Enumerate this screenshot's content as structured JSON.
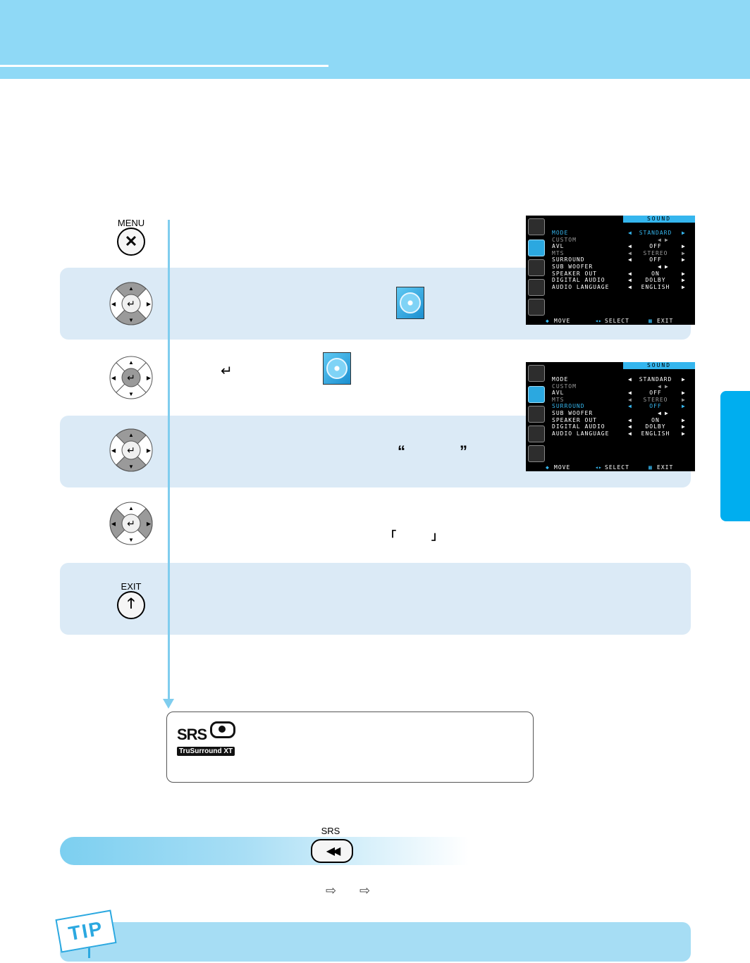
{
  "buttons": {
    "menu_label": "MENU",
    "menu_symbol": "✕",
    "exit_label": "EXIT",
    "exit_symbol": "🡑",
    "srs_label": "SRS",
    "srs_symbol": "◀◀"
  },
  "glyphs": {
    "enter": "↵",
    "quote_open": "“",
    "quote_close": "”",
    "corner_open": "「",
    "corner_close": "」",
    "arrow_right": "⇨",
    "tip": "TIP"
  },
  "osd_menus": [
    {
      "title": "SOUND",
      "rows": [
        {
          "label": "MODE",
          "value": "STANDARD",
          "state": "hl"
        },
        {
          "label": "CUSTOM",
          "value": "",
          "state": "dim"
        },
        {
          "label": "AVL",
          "value": "OFF",
          "state": ""
        },
        {
          "label": "MTS",
          "value": "STEREO",
          "state": "dim"
        },
        {
          "label": "SURROUND",
          "value": "OFF",
          "state": ""
        },
        {
          "label": "SUB WOOFER",
          "value": "",
          "state": ""
        },
        {
          "label": "SPEAKER OUT",
          "value": "ON",
          "state": ""
        },
        {
          "label": "DIGITAL AUDIO",
          "value": "DOLBY",
          "state": ""
        },
        {
          "label": "AUDIO LANGUAGE",
          "value": "ENGLISH",
          "state": ""
        }
      ],
      "footer": {
        "move": "MOVE",
        "select": "SELECT",
        "exit": "EXIT"
      }
    },
    {
      "title": "SOUND",
      "rows": [
        {
          "label": "MODE",
          "value": "STANDARD",
          "state": ""
        },
        {
          "label": "CUSTOM",
          "value": "",
          "state": "dim"
        },
        {
          "label": "AVL",
          "value": "OFF",
          "state": ""
        },
        {
          "label": "MTS",
          "value": "STEREO",
          "state": "dim"
        },
        {
          "label": "SURROUND",
          "value": "OFF",
          "state": "hl"
        },
        {
          "label": "SUB WOOFER",
          "value": "",
          "state": ""
        },
        {
          "label": "SPEAKER OUT",
          "value": "ON",
          "state": ""
        },
        {
          "label": "DIGITAL AUDIO",
          "value": "DOLBY",
          "state": ""
        },
        {
          "label": "AUDIO LANGUAGE",
          "value": "ENGLISH",
          "state": ""
        }
      ],
      "footer": {
        "move": "MOVE",
        "select": "SELECT",
        "exit": "EXIT"
      }
    }
  ],
  "srs_logo": {
    "brand": "SRS",
    "sub": "TruSurround XT"
  },
  "colors": {
    "header": "#8fd9f6",
    "band": "#dbeaf6",
    "accent": "#00aeef",
    "osd_highlight": "#35b6ee"
  }
}
